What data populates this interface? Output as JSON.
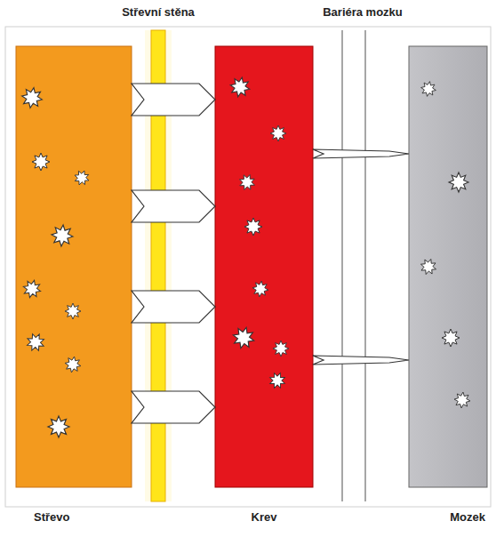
{
  "diagram": {
    "nodes": [
      {
        "text": [
          "Střevo"
        ]
      },
      {
        "text": [
          "Střevní stěna"
        ]
      },
      {
        "text": [
          "Krev"
        ]
      },
      {
        "text": [
          "Bariéra mozku"
        ]
      },
      {
        "text": [
          "Mozek"
        ]
      }
    ],
    "edges": [
      {
        "from": 0,
        "to": 2,
        "arrow": "to"
      },
      {
        "from": 0,
        "to": 2,
        "arrow": "to"
      },
      {
        "from": 0,
        "to": 2,
        "arrow": "to"
      },
      {
        "from": 0,
        "to": 2,
        "arrow": "to"
      },
      {
        "from": 2,
        "to": 4,
        "arrow": "to"
      },
      {
        "from": 2,
        "to": 4,
        "arrow": "to"
      }
    ]
  }
}
